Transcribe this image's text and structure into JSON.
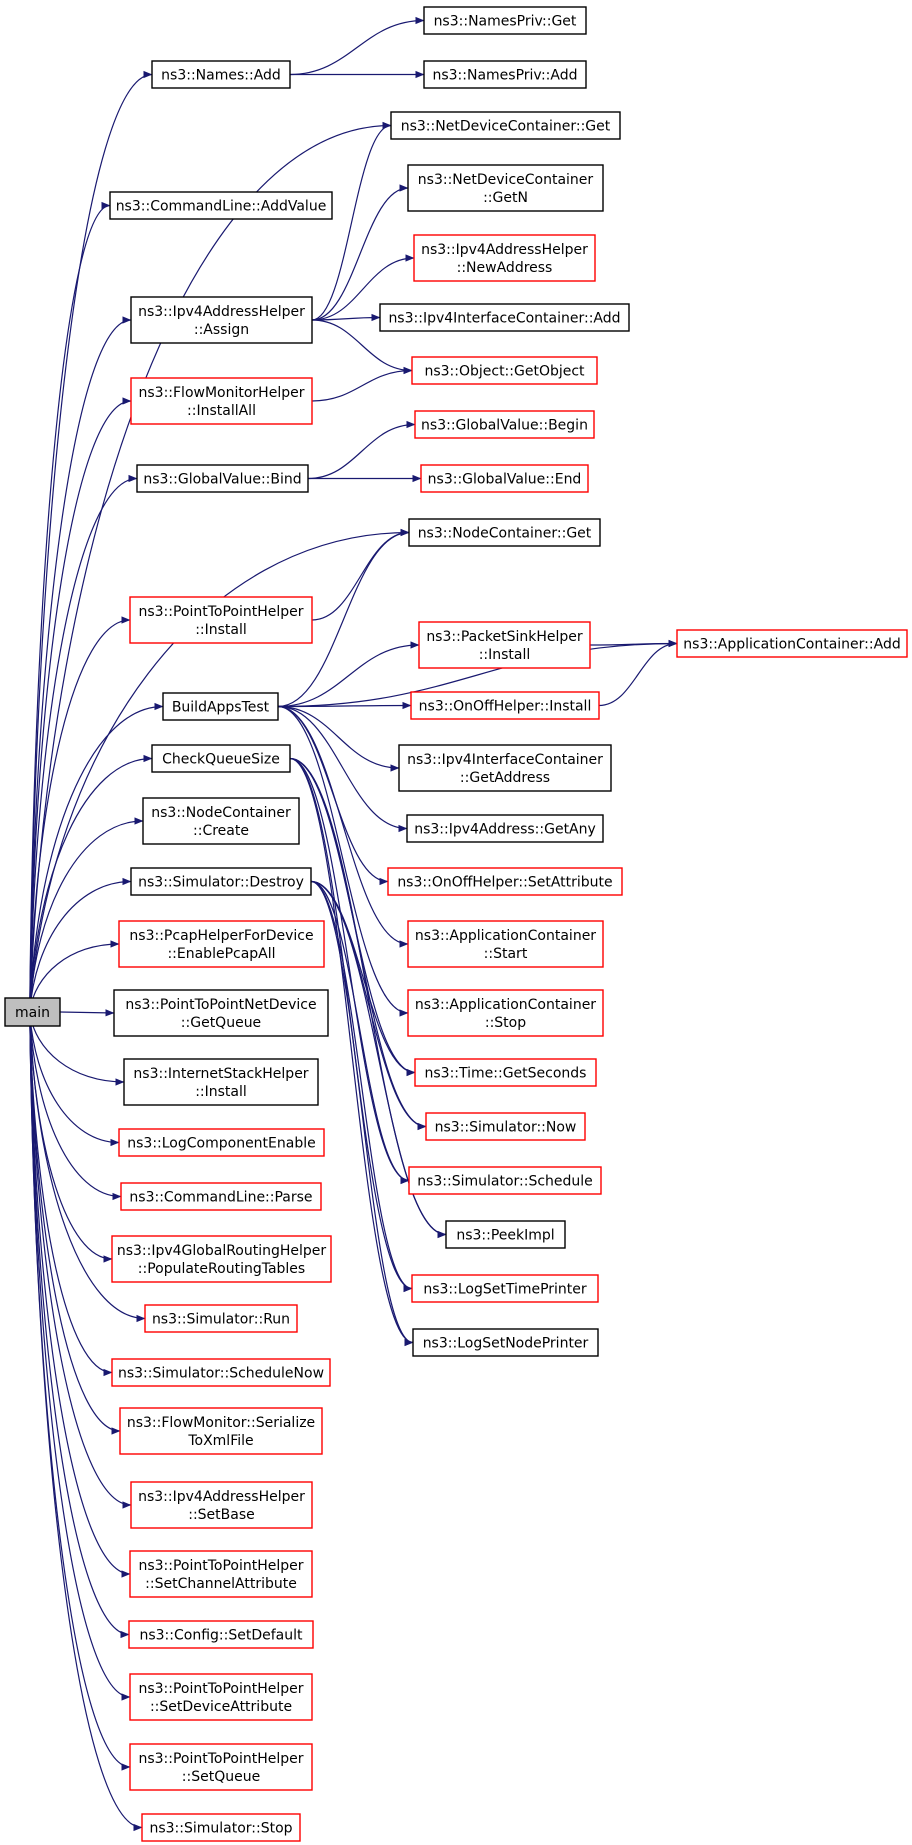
{
  "diagram": {
    "type": "call-graph",
    "colors": {
      "edge": "#191970",
      "complete_border": "#000000",
      "incomplete_border": "#ff0000",
      "root_fill": "#bfbfbf",
      "node_fill": "#ffffff"
    },
    "nodes": [
      {
        "id": "main",
        "lines": [
          "main"
        ],
        "style": "root"
      },
      {
        "id": "names_add",
        "lines": [
          "ns3::Names::Add"
        ],
        "style": "complete"
      },
      {
        "id": "namespriv_get",
        "lines": [
          "ns3::NamesPriv::Get"
        ],
        "style": "complete"
      },
      {
        "id": "namespriv_add",
        "lines": [
          "ns3::NamesPriv::Add"
        ],
        "style": "complete"
      },
      {
        "id": "cmdline_addvalue",
        "lines": [
          "ns3::CommandLine::AddValue"
        ],
        "style": "complete"
      },
      {
        "id": "netdev_get",
        "lines": [
          "ns3::NetDeviceContainer::Get"
        ],
        "style": "complete"
      },
      {
        "id": "netdev_getn",
        "lines": [
          "ns3::NetDeviceContainer",
          "::GetN"
        ],
        "style": "complete"
      },
      {
        "id": "ipv4addr_newaddress",
        "lines": [
          "ns3::Ipv4AddressHelper",
          "::NewAddress"
        ],
        "style": "incomplete"
      },
      {
        "id": "ipv4addr_assign",
        "lines": [
          "ns3::Ipv4AddressHelper",
          "::Assign"
        ],
        "style": "complete"
      },
      {
        "id": "ipv4if_add",
        "lines": [
          "ns3::Ipv4InterfaceContainer::Add"
        ],
        "style": "complete"
      },
      {
        "id": "object_getobject",
        "lines": [
          "ns3::Object::GetObject"
        ],
        "style": "incomplete"
      },
      {
        "id": "flowmon_installall",
        "lines": [
          "ns3::FlowMonitorHelper",
          "::InstallAll"
        ],
        "style": "incomplete"
      },
      {
        "id": "gv_begin",
        "lines": [
          "ns3::GlobalValue::Begin"
        ],
        "style": "incomplete"
      },
      {
        "id": "gv_bind",
        "lines": [
          "ns3::GlobalValue::Bind"
        ],
        "style": "complete"
      },
      {
        "id": "gv_end",
        "lines": [
          "ns3::GlobalValue::End"
        ],
        "style": "incomplete"
      },
      {
        "id": "nodecont_get",
        "lines": [
          "ns3::NodeContainer::Get"
        ],
        "style": "complete"
      },
      {
        "id": "p2p_install",
        "lines": [
          "ns3::PointToPointHelper",
          "::Install"
        ],
        "style": "incomplete"
      },
      {
        "id": "pktsink_install",
        "lines": [
          "ns3::PacketSinkHelper",
          "::Install"
        ],
        "style": "incomplete"
      },
      {
        "id": "appcont_add",
        "lines": [
          "ns3::ApplicationContainer::Add"
        ],
        "style": "incomplete"
      },
      {
        "id": "buildapps",
        "lines": [
          "BuildAppsTest"
        ],
        "style": "complete"
      },
      {
        "id": "onoff_install",
        "lines": [
          "ns3::OnOffHelper::Install"
        ],
        "style": "incomplete"
      },
      {
        "id": "ipv4if_getaddress",
        "lines": [
          "ns3::Ipv4InterfaceContainer",
          "::GetAddress"
        ],
        "style": "complete"
      },
      {
        "id": "checkqueue",
        "lines": [
          "CheckQueueSize"
        ],
        "style": "complete"
      },
      {
        "id": "ipv4addr_getany",
        "lines": [
          "ns3::Ipv4Address::GetAny"
        ],
        "style": "complete"
      },
      {
        "id": "nodecont_create",
        "lines": [
          "ns3::NodeContainer",
          "::Create"
        ],
        "style": "complete"
      },
      {
        "id": "sim_destroy",
        "lines": [
          "ns3::Simulator::Destroy"
        ],
        "style": "complete"
      },
      {
        "id": "onoff_setattr",
        "lines": [
          "ns3::OnOffHelper::SetAttribute"
        ],
        "style": "incomplete"
      },
      {
        "id": "appcont_start",
        "lines": [
          "ns3::ApplicationContainer",
          "::Start"
        ],
        "style": "incomplete"
      },
      {
        "id": "pcap_enableall",
        "lines": [
          "ns3::PcapHelperForDevice",
          "::EnablePcapAll"
        ],
        "style": "incomplete"
      },
      {
        "id": "p2pnetdev_getqueue",
        "lines": [
          "ns3::PointToPointNetDevice",
          "::GetQueue"
        ],
        "style": "complete"
      },
      {
        "id": "appcont_stop",
        "lines": [
          "ns3::ApplicationContainer",
          "::Stop"
        ],
        "style": "incomplete"
      },
      {
        "id": "inetstack_install",
        "lines": [
          "ns3::InternetStackHelper",
          "::Install"
        ],
        "style": "complete"
      },
      {
        "id": "time_getseconds",
        "lines": [
          "ns3::Time::GetSeconds"
        ],
        "style": "incomplete"
      },
      {
        "id": "logcomp_enable",
        "lines": [
          "ns3::LogComponentEnable"
        ],
        "style": "incomplete"
      },
      {
        "id": "sim_now",
        "lines": [
          "ns3::Simulator::Now"
        ],
        "style": "incomplete"
      },
      {
        "id": "cmdline_parse",
        "lines": [
          "ns3::CommandLine::Parse"
        ],
        "style": "incomplete"
      },
      {
        "id": "sim_schedule",
        "lines": [
          "ns3::Simulator::Schedule"
        ],
        "style": "incomplete"
      },
      {
        "id": "ipv4global_populate",
        "lines": [
          "ns3::Ipv4GlobalRoutingHelper",
          "::PopulateRoutingTables"
        ],
        "style": "incomplete"
      },
      {
        "id": "peekimpl",
        "lines": [
          "ns3::PeekImpl"
        ],
        "style": "complete"
      },
      {
        "id": "logset_timeprinter",
        "lines": [
          "ns3::LogSetTimePrinter"
        ],
        "style": "incomplete"
      },
      {
        "id": "sim_run",
        "lines": [
          "ns3::Simulator::Run"
        ],
        "style": "incomplete"
      },
      {
        "id": "logset_nodeprinter",
        "lines": [
          "ns3::LogSetNodePrinter"
        ],
        "style": "complete"
      },
      {
        "id": "sim_schedulenow",
        "lines": [
          "ns3::Simulator::ScheduleNow"
        ],
        "style": "incomplete"
      },
      {
        "id": "flowmon_serialize",
        "lines": [
          "ns3::FlowMonitor::Serialize",
          "ToXmlFile"
        ],
        "style": "incomplete"
      },
      {
        "id": "ipv4addr_setbase",
        "lines": [
          "ns3::Ipv4AddressHelper",
          "::SetBase"
        ],
        "style": "incomplete"
      },
      {
        "id": "p2p_setchannelattr",
        "lines": [
          "ns3::PointToPointHelper",
          "::SetChannelAttribute"
        ],
        "style": "incomplete"
      },
      {
        "id": "config_setdefault",
        "lines": [
          "ns3::Config::SetDefault"
        ],
        "style": "incomplete"
      },
      {
        "id": "p2p_setdeviceattr",
        "lines": [
          "ns3::PointToPointHelper",
          "::SetDeviceAttribute"
        ],
        "style": "incomplete"
      },
      {
        "id": "p2p_setqueue",
        "lines": [
          "ns3::PointToPointHelper",
          "::SetQueue"
        ],
        "style": "incomplete"
      },
      {
        "id": "sim_stop",
        "lines": [
          "ns3::Simulator::Stop"
        ],
        "style": "incomplete"
      }
    ],
    "edges": [
      [
        "main",
        "names_add"
      ],
      [
        "main",
        "cmdline_addvalue"
      ],
      [
        "main",
        "netdev_get"
      ],
      [
        "main",
        "ipv4addr_assign"
      ],
      [
        "main",
        "flowmon_installall"
      ],
      [
        "main",
        "gv_bind"
      ],
      [
        "main",
        "nodecont_get"
      ],
      [
        "main",
        "p2p_install"
      ],
      [
        "main",
        "buildapps"
      ],
      [
        "main",
        "checkqueue"
      ],
      [
        "main",
        "nodecont_create"
      ],
      [
        "main",
        "sim_destroy"
      ],
      [
        "main",
        "pcap_enableall"
      ],
      [
        "main",
        "p2pnetdev_getqueue"
      ],
      [
        "main",
        "inetstack_install"
      ],
      [
        "main",
        "logcomp_enable"
      ],
      [
        "main",
        "cmdline_parse"
      ],
      [
        "main",
        "ipv4global_populate"
      ],
      [
        "main",
        "sim_run"
      ],
      [
        "main",
        "sim_schedulenow"
      ],
      [
        "main",
        "flowmon_serialize"
      ],
      [
        "main",
        "ipv4addr_setbase"
      ],
      [
        "main",
        "p2p_setchannelattr"
      ],
      [
        "main",
        "config_setdefault"
      ],
      [
        "main",
        "p2p_setdeviceattr"
      ],
      [
        "main",
        "p2p_setqueue"
      ],
      [
        "main",
        "sim_stop"
      ],
      [
        "names_add",
        "namespriv_get"
      ],
      [
        "names_add",
        "namespriv_add"
      ],
      [
        "ipv4addr_assign",
        "netdev_get"
      ],
      [
        "ipv4addr_assign",
        "netdev_getn"
      ],
      [
        "ipv4addr_assign",
        "ipv4addr_newaddress"
      ],
      [
        "ipv4addr_assign",
        "ipv4if_add"
      ],
      [
        "ipv4addr_assign",
        "object_getobject"
      ],
      [
        "flowmon_installall",
        "object_getobject"
      ],
      [
        "gv_bind",
        "gv_begin"
      ],
      [
        "gv_bind",
        "gv_end"
      ],
      [
        "p2p_install",
        "nodecont_get"
      ],
      [
        "buildapps",
        "nodecont_get"
      ],
      [
        "buildapps",
        "appcont_add"
      ],
      [
        "buildapps",
        "pktsink_install"
      ],
      [
        "buildapps",
        "onoff_install"
      ],
      [
        "buildapps",
        "ipv4if_getaddress"
      ],
      [
        "buildapps",
        "ipv4addr_getany"
      ],
      [
        "buildapps",
        "onoff_setattr"
      ],
      [
        "buildapps",
        "appcont_start"
      ],
      [
        "buildapps",
        "appcont_stop"
      ],
      [
        "pktsink_install",
        "appcont_add"
      ],
      [
        "onoff_install",
        "appcont_add"
      ],
      [
        "checkqueue",
        "time_getseconds"
      ],
      [
        "checkqueue",
        "sim_now"
      ],
      [
        "checkqueue",
        "sim_schedule"
      ],
      [
        "checkqueue",
        "peekimpl"
      ],
      [
        "checkqueue",
        "logset_timeprinter"
      ],
      [
        "checkqueue",
        "logset_nodeprinter"
      ],
      [
        "sim_destroy",
        "time_getseconds"
      ],
      [
        "sim_destroy",
        "sim_now"
      ],
      [
        "sim_destroy",
        "sim_schedule"
      ],
      [
        "sim_destroy",
        "peekimpl"
      ],
      [
        "sim_destroy",
        "logset_timeprinter"
      ],
      [
        "sim_destroy",
        "logset_nodeprinter"
      ]
    ]
  }
}
